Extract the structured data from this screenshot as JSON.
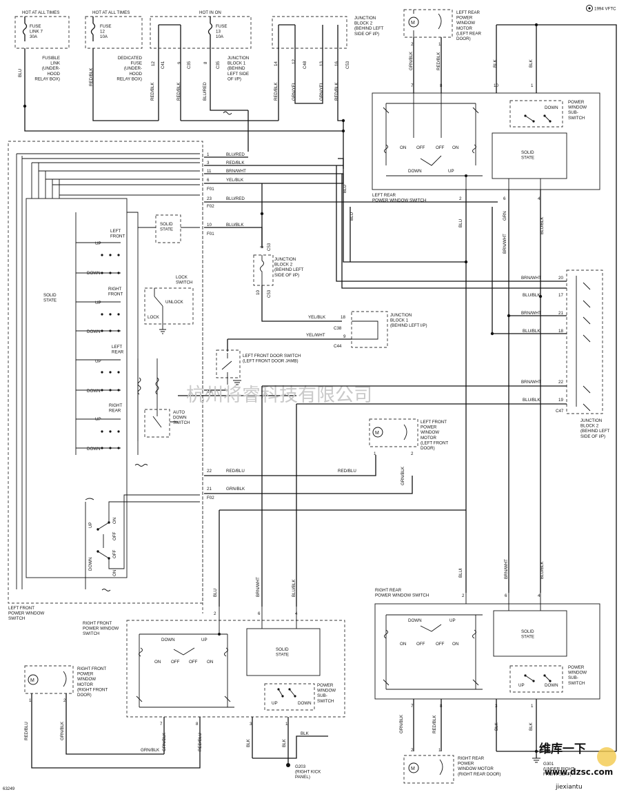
{
  "header": {
    "diagram_id": "1994 VFTC",
    "figure_number": "63249"
  },
  "watermark": "杭州将睿科技有限公司",
  "power_sources": [
    {
      "title": "HOT AT ALL TIMES",
      "fuse": "FUSE\nLINK 7\n30A",
      "desc": "FUSIBLE\nLINK\n(UNDER-\nHOOD\nRELAY BOX)",
      "wire": "BLU"
    },
    {
      "title": "HOT AT ALL TIMES",
      "fuse": "FUSE\n12\n10A",
      "desc": "DEDICATED\nFUSE\n(UNDER-\nHOOD\nRELAY BOX)",
      "wire": "RED/BLK"
    },
    {
      "title": "HOT IN ON",
      "fuse": "FUSE\n13\n10A",
      "desc": "JUNCTION\nBLOCK 1\n(BEHIND\nLEFT SIDE\nOF I/P)",
      "wire": "BLU/RED"
    }
  ],
  "connectors": {
    "c41": "C41",
    "c35": "C35",
    "c48": "C48",
    "c53": "C53",
    "c38": "C38",
    "c44": "C44",
    "c47": "C47",
    "f01": "F01",
    "f02": "F02"
  },
  "junction_blocks": {
    "jb2_top": "JUNCTION\nBLOCK 2\n(BEHIND LEFT\nSIDE OF I/P)",
    "jb2_mid": "JUNCTION\nBLOCK 2\n(BEHIND LEFT\nSIDE OF I/P)",
    "jb1_mid": "JUNCTION\nBLOCK 1\n(BEHIND LEFT I/P)",
    "jb2_right": "JUNCTION\nBLOCK 2\n(BEHIND LEFT\nSIDE OF I/P)"
  },
  "left_front_switch": {
    "title": "LEFT FRONT\nPOWER WINDOW\nSWITCH",
    "solid_state": "SOLID\nSTATE",
    "solid_state_small": "SOLID\nSTATE",
    "lock_switch": "LOCK\nSWITCH",
    "unlock": "UNLOCK",
    "lock": "LOCK",
    "auto_down": "AUTO\nDOWN\nSWITCH",
    "groups": [
      "LEFT\nFRONT",
      "RIGHT\nFRONT",
      "LEFT\nREAR",
      "RIGHT\nREAR"
    ],
    "up": "UP",
    "down": "DOWN",
    "on": "ON",
    "off": "OFF",
    "pins": [
      {
        "pin": "1",
        "wire": "BLU/RED"
      },
      {
        "pin": "3",
        "wire": "RED/BLK"
      },
      {
        "pin": "11",
        "wire": "BRN/WHT"
      },
      {
        "pin": "6",
        "wire": "YEL/BLK"
      },
      {
        "pin": "23",
        "wire": "BLU/RED"
      },
      {
        "pin": "10",
        "wire": "BLU/BLK"
      },
      {
        "pin": "24",
        "wire": "BLK"
      },
      {
        "pin": "22",
        "wire": "RED/BLU"
      },
      {
        "pin": "21",
        "wire": "GRN/BLK"
      }
    ]
  },
  "left_rear": {
    "motor": "LEFT REAR\nPOWER\nWINDOW\nMOTOR\n(LEFT REAR\nDOOR)",
    "switch": "LEFT REAR\nPOWER WINDOW SWITCH",
    "sub_switch": "POWER\nWINDOW\nSUB-\nSWITCH",
    "solid_state": "SOLID\nSTATE"
  },
  "right_rear": {
    "motor": "RIGHT REAR\nPOWER\nWINDOW MOTOR\n(RIGHT REAR DOOR)",
    "switch": "RIGHT REAR\nPOWER WINDOW SWITCH",
    "sub_switch": "POWER\nWINDOW\nSUB-\nSWITCH",
    "solid_state": "SOLID\nSTATE"
  },
  "right_front": {
    "motor": "RIGHT FRONT\nPOWER\nWINDOW\nMOTOR\n(RIGHT FRONT\nDOOR)",
    "switch": "RIGHT FRONT\nPOWER WINDOW\nSWITCH",
    "sub_switch": "POWER\nWINDOW\nSUB-\nSWITCH",
    "solid_state": "SOLID\nSTATE"
  },
  "left_front_motor": "LEFT FRONT\nPOWER\nWINDOW\nMOTOR\n(LEFT FRONT\nDOOR)",
  "door_switch": "LEFT FRONT DOOR SWITCH\n(LEFT FRONT DOOR JAMB)",
  "grounds": {
    "g203": "G203\n(RIGHT KICK\nPANEL)",
    "g301": "G301\n(UNDER RIGHT\nFRONT SEAT)"
  },
  "wire_labels": {
    "blu": "BLU",
    "red_blk": "RED/BLK",
    "blu_red": "BLU/RED",
    "grn_yel": "GRN/YEL",
    "grn_blk": "GRN/BLK",
    "red_blu": "RED/BLU",
    "brn_wht": "BRN/WHT",
    "blu_blk": "BLU/BLK",
    "blk": "BLK",
    "yel_blk": "YEL/BLK",
    "yel_wht": "YEL/WHT",
    "grn": "GRN",
    "blu_i": "BLUI"
  },
  "corner_logos": {
    "top": "维库一下",
    "site": "www.dzsc.com",
    "bottom": "jiexiantu"
  }
}
